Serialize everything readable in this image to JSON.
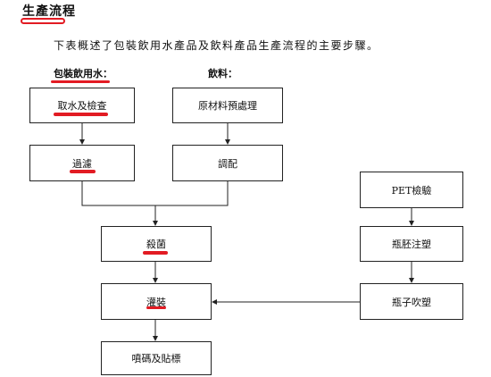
{
  "heading": {
    "title": "生產流程"
  },
  "intro": "下表概述了包裝飲用水產品及飲料產品生產流程的主要步驟。",
  "labels": {
    "packaged_water": "包裝飲用水：",
    "beverage": "飲料："
  },
  "steps": {
    "water_intake": "取水及檢查",
    "filtration": "過濾",
    "raw_pretreatment": "原材料預處理",
    "blending": "調配",
    "pet_inspection": "PET檢驗",
    "sterilization": "殺菌",
    "preform_injection": "瓶胚注塑",
    "filling": "灌裝",
    "bottle_blowing": "瓶子吹塑",
    "coding_labeling": "噴碼及貼標"
  },
  "colors": {
    "highlight": "#e21b23",
    "line": "#222222"
  }
}
